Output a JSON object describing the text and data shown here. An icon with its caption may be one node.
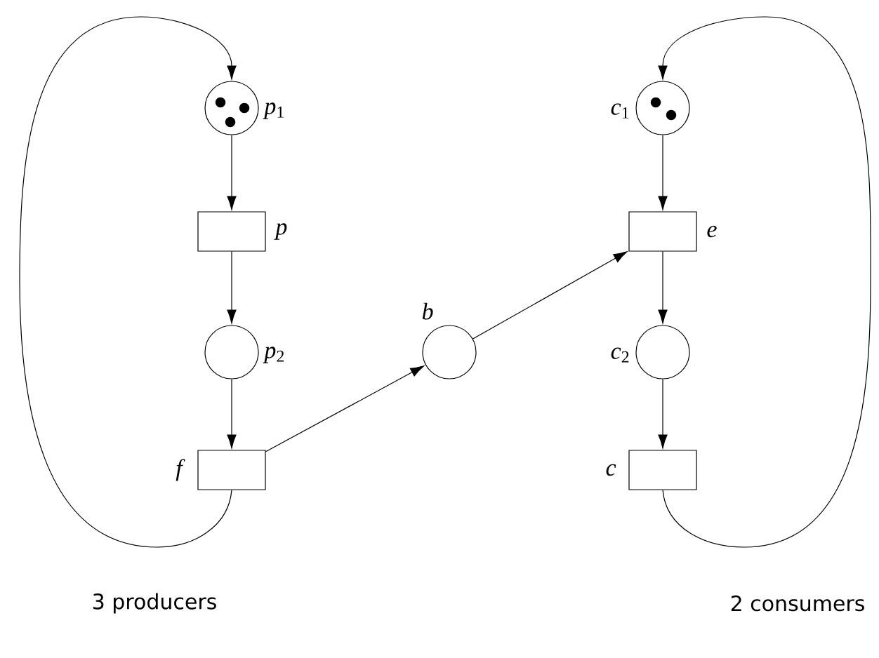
{
  "diagram": {
    "nodes": [
      {
        "text": [],
        "shape": "circle",
        "beside": [
          "*p*$_{1}$"
        ]
      },
      {
        "text": [],
        "shape": "box",
        "beside": [
          "*p*"
        ]
      },
      {
        "text": [],
        "shape": "circle",
        "beside": [
          "*p*$_{2}$"
        ]
      },
      {
        "text": [],
        "shape": "box",
        "beside": [
          "*f*"
        ]
      },
      {
        "text": [],
        "shape": "circle",
        "beside": [
          "*b*"
        ]
      },
      {
        "text": [],
        "shape": "circle",
        "beside": [
          "*c*$_{1}$"
        ]
      },
      {
        "text": [],
        "shape": "box",
        "beside": [
          "*e*"
        ]
      },
      {
        "text": [],
        "shape": "circle",
        "beside": [
          "*c*$_{2}$"
        ]
      },
      {
        "text": [],
        "shape": "box",
        "beside": [
          "*c*"
        ]
      }
    ],
    "edges": [
      {
        "from": 0,
        "to": 1,
        "arrow": "to"
      },
      {
        "from": 1,
        "to": 2,
        "arrow": "to"
      },
      {
        "from": 2,
        "to": 3,
        "arrow": "to"
      },
      {
        "from": 3,
        "to": 4,
        "arrow": "to"
      },
      {
        "from": 4,
        "to": 6,
        "arrow": "to"
      },
      {
        "from": 3,
        "to": 0,
        "arrow": "to"
      },
      {
        "from": 5,
        "to": 6,
        "arrow": "to"
      },
      {
        "from": 6,
        "to": 7,
        "arrow": "to"
      },
      {
        "from": 7,
        "to": 8,
        "arrow": "to"
      },
      {
        "from": 8,
        "to": 5,
        "arrow": "to"
      }
    ],
    "labels": [
      "3 producers",
      "2 consumers"
    ]
  }
}
